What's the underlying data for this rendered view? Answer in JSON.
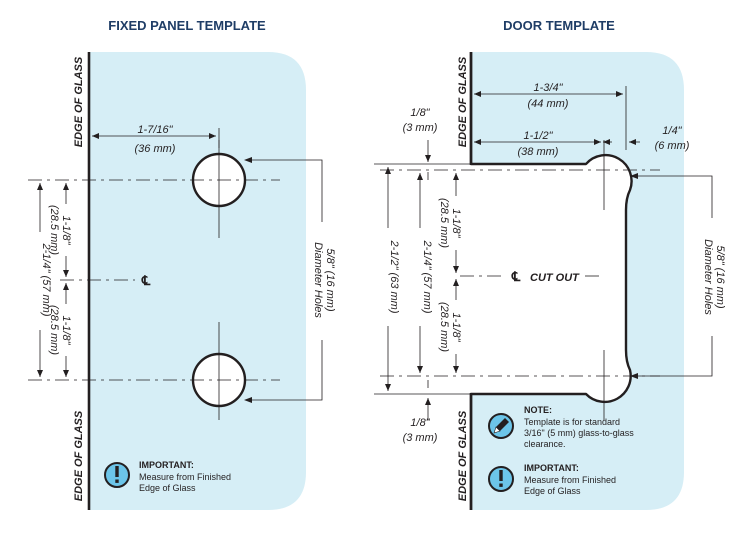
{
  "fixed_panel": {
    "title": "FIXED PANEL TEMPLATE",
    "edge_top": "EDGE OF GLASS",
    "edge_bottom": "EDGE OF GLASS",
    "dim_offset": "1-7/16\"",
    "dim_offset_mm": "(36 mm)",
    "dim_total": "2-1/4\" (57 mm)",
    "dim_upper": "1-1/8\"",
    "dim_upper_mm": "(28.5 mm)",
    "dim_lower": "1-1/8\"",
    "dim_lower_mm": "(28.5 mm)",
    "centerline_symbol": "℄",
    "holes_label": "5/8\" (16 mm)",
    "holes_label_2": "Diameter Holes",
    "important_title": "IMPORTANT:",
    "important_line1": "Measure from Finished",
    "important_line2": "Edge of Glass",
    "important_icon": "exclamation-icon"
  },
  "door": {
    "title": "DOOR TEMPLATE",
    "edge_top": "EDGE OF GLASS",
    "edge_bottom": "EDGE OF GLASS",
    "dim_outer": "1-3/4\"",
    "dim_outer_mm": "(44 mm)",
    "dim_inner": "1-1/2\"",
    "dim_inner_mm": "(38 mm)",
    "dim_quarter": "1/4\"",
    "dim_quarter_mm": "(6 mm)",
    "dim_top_gap": "1/8\"",
    "dim_top_gap_mm": "(3 mm)",
    "dim_bottom_gap": "1/8\"",
    "dim_bottom_gap_mm": "(3 mm)",
    "dim_total_outer": "2-1/2\" (63 mm)",
    "dim_total": "2-1/4\" (57 mm)",
    "dim_upper": "1-1/8\"",
    "dim_upper_mm": "(28.5 mm)",
    "dim_lower": "1-1/8\"",
    "dim_lower_mm": "(28.5 mm)",
    "centerline_symbol": "℄",
    "cutout_label": "CUT OUT",
    "holes_label": "5/8\" (16 mm)",
    "holes_label_2": "Diameter Holes",
    "note_title": "NOTE:",
    "note_line1": "Template is for standard",
    "note_line2": "3/16\" (5 mm) glass-to-glass",
    "note_line3": "clearance.",
    "note_icon": "pencil-icon",
    "important_title": "IMPORTANT:",
    "important_line1": "Measure from Finished",
    "important_line2": "Edge of Glass",
    "important_icon": "exclamation-icon"
  },
  "colors": {
    "glass": "#d6eef6",
    "ink": "#231f20",
    "title": "#1f3d66",
    "icon_fill": "#6cc5e9"
  }
}
